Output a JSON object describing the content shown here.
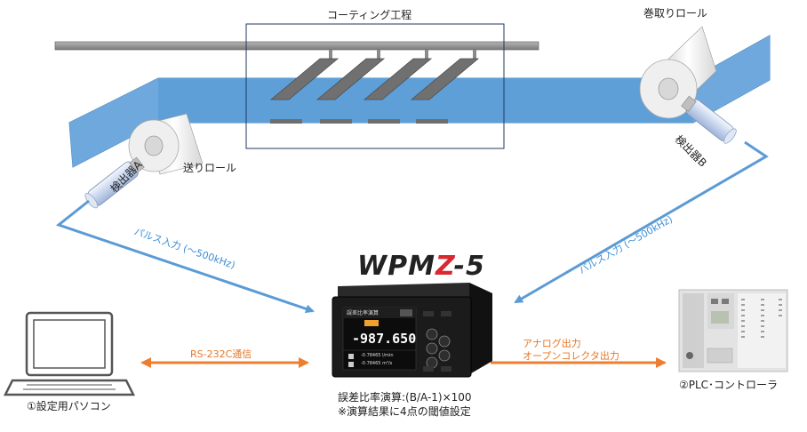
{
  "labels": {
    "coating_process": "コーティング工程",
    "winding_roll": "巻取りロール",
    "feed_roll": "送りロール",
    "detector_a": "検出器A",
    "detector_b": "検出器B",
    "pulse_input_left": "パルス入力 (～500kHz)",
    "pulse_input_right": "パルス入力 (～500kHz)",
    "rs232c": "RS-232C通信",
    "analog_output": "アナログ出力",
    "open_collector_output": "オープンコレクタ出力",
    "pc": "①設定用パソコン",
    "plc": "②PLC･コントローラ",
    "formula": "誤差比率演算:(B/A-1)×100",
    "threshold_note": "※演算結果に4点の閾値設定"
  },
  "product": {
    "name_prefix": "WPM",
    "name_z": "Z",
    "name_suffix": "-5"
  },
  "device_screen": {
    "title": "誤差比率演算",
    "main_value": "-987.650",
    "sub_value_1": "-0.78465 l/min",
    "sub_value_2": "-0.78465 m³/s"
  },
  "colors": {
    "belt": "#5b9bd5",
    "arrow_blue": "#5b9bd5",
    "arrow_orange": "#ed7d31",
    "rail": "#8c8c8c",
    "plate": "#6e6e6e",
    "device_body": "#1b1b1b",
    "logo_z": "#d9282f"
  }
}
